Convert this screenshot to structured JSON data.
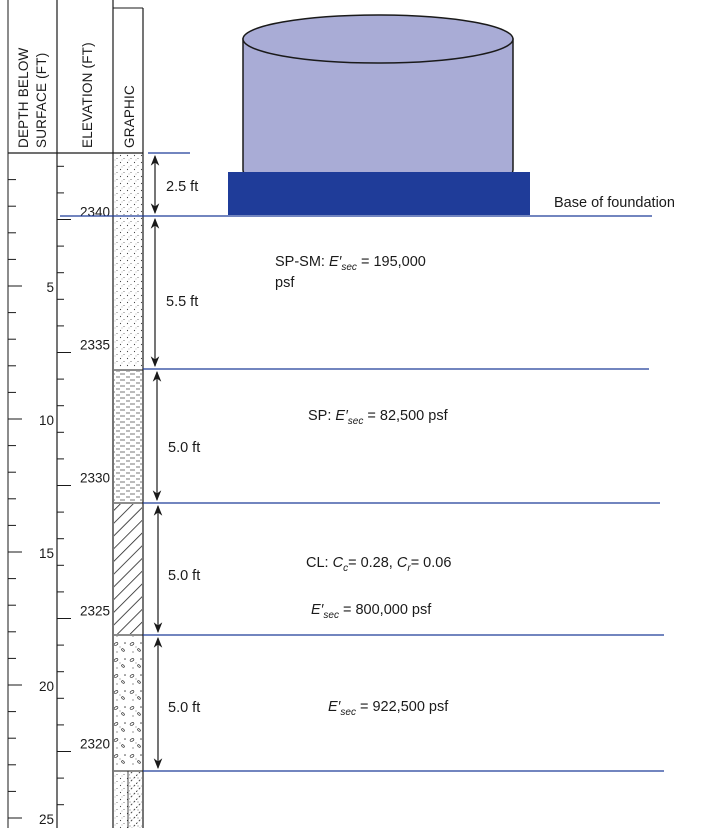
{
  "columns": {
    "depth_header": [
      "DEPTH BELOW",
      "SURFACE (FT)"
    ],
    "elevation_header": "ELEVATION (FT)",
    "graphic_header": "GRAPHIC"
  },
  "depth_ticks": [
    "5",
    "10",
    "15",
    "20",
    "25"
  ],
  "elevation_ticks": [
    "2340",
    "2335",
    "2330",
    "2325",
    "2320"
  ],
  "foundation": {
    "base_label": "Base of foundation",
    "tank_color": "#a9acd6",
    "footing_color": "#1f3c99",
    "line_color": "#1f3c99"
  },
  "dimensions": [
    "2.5 ft",
    "5.5 ft",
    "5.0  ft",
    "5.0  ft",
    "5.0  ft"
  ],
  "layers": [
    {
      "line1": {
        "prefix": "SP-SM: ",
        "sym": "E",
        "sub": "sec",
        "rest": " = 195,000"
      },
      "line2": "psf"
    },
    {
      "line1": {
        "prefix": "SP:  ",
        "sym": "E",
        "sub": "sec",
        "rest": " = 82,500 psf"
      }
    },
    {
      "line1": {
        "prefix": "CL:  ",
        "sym": "C",
        "sub": "c",
        "rest": "= 0.28, ",
        "sym2": "C",
        "sub2": "r",
        "rest2": "= 0.06"
      },
      "line2": {
        "sym": "E",
        "sub": "sec",
        "rest": " = 800,000 psf"
      }
    },
    {
      "line1": {
        "sym": "E",
        "sub": "sec",
        "rest": " = 922,500 psf"
      }
    }
  ]
}
